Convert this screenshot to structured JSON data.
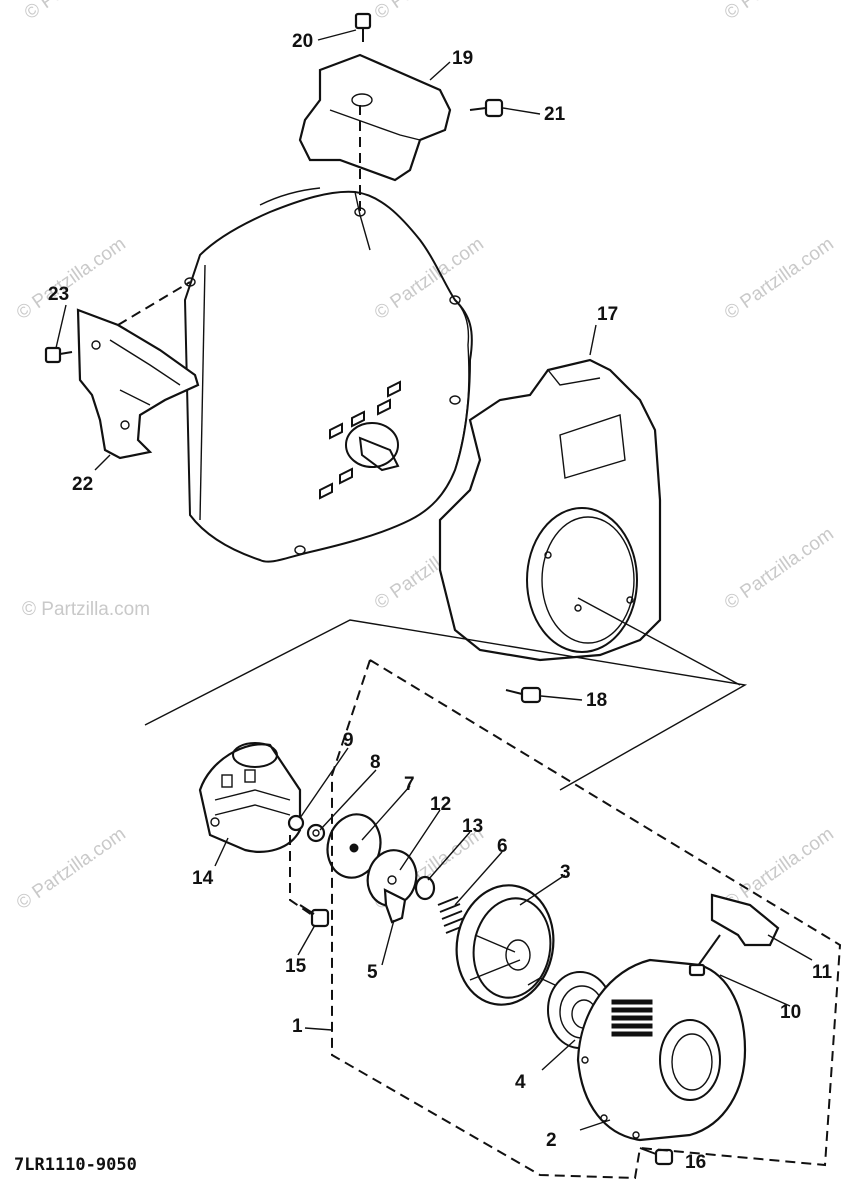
{
  "watermark": "© Partzilla.com",
  "drawing_code": "7LR1110-9050",
  "callouts": [
    {
      "id": "c1",
      "text": "1"
    },
    {
      "id": "c2",
      "text": "2"
    },
    {
      "id": "c3",
      "text": "3"
    },
    {
      "id": "c4",
      "text": "4"
    },
    {
      "id": "c5",
      "text": "5"
    },
    {
      "id": "c6",
      "text": "6"
    },
    {
      "id": "c7",
      "text": "7"
    },
    {
      "id": "c8",
      "text": "8"
    },
    {
      "id": "c9",
      "text": "9"
    },
    {
      "id": "c10",
      "text": "10"
    },
    {
      "id": "c11",
      "text": "11"
    },
    {
      "id": "c12",
      "text": "12"
    },
    {
      "id": "c13",
      "text": "13"
    },
    {
      "id": "c14",
      "text": "14"
    },
    {
      "id": "c15",
      "text": "15"
    },
    {
      "id": "c16",
      "text": "16"
    },
    {
      "id": "c17",
      "text": "17"
    },
    {
      "id": "c18",
      "text": "18"
    },
    {
      "id": "c19",
      "text": "19"
    },
    {
      "id": "c20",
      "text": "20"
    },
    {
      "id": "c21",
      "text": "21"
    },
    {
      "id": "c22",
      "text": "22"
    },
    {
      "id": "c23",
      "text": "23"
    }
  ]
}
